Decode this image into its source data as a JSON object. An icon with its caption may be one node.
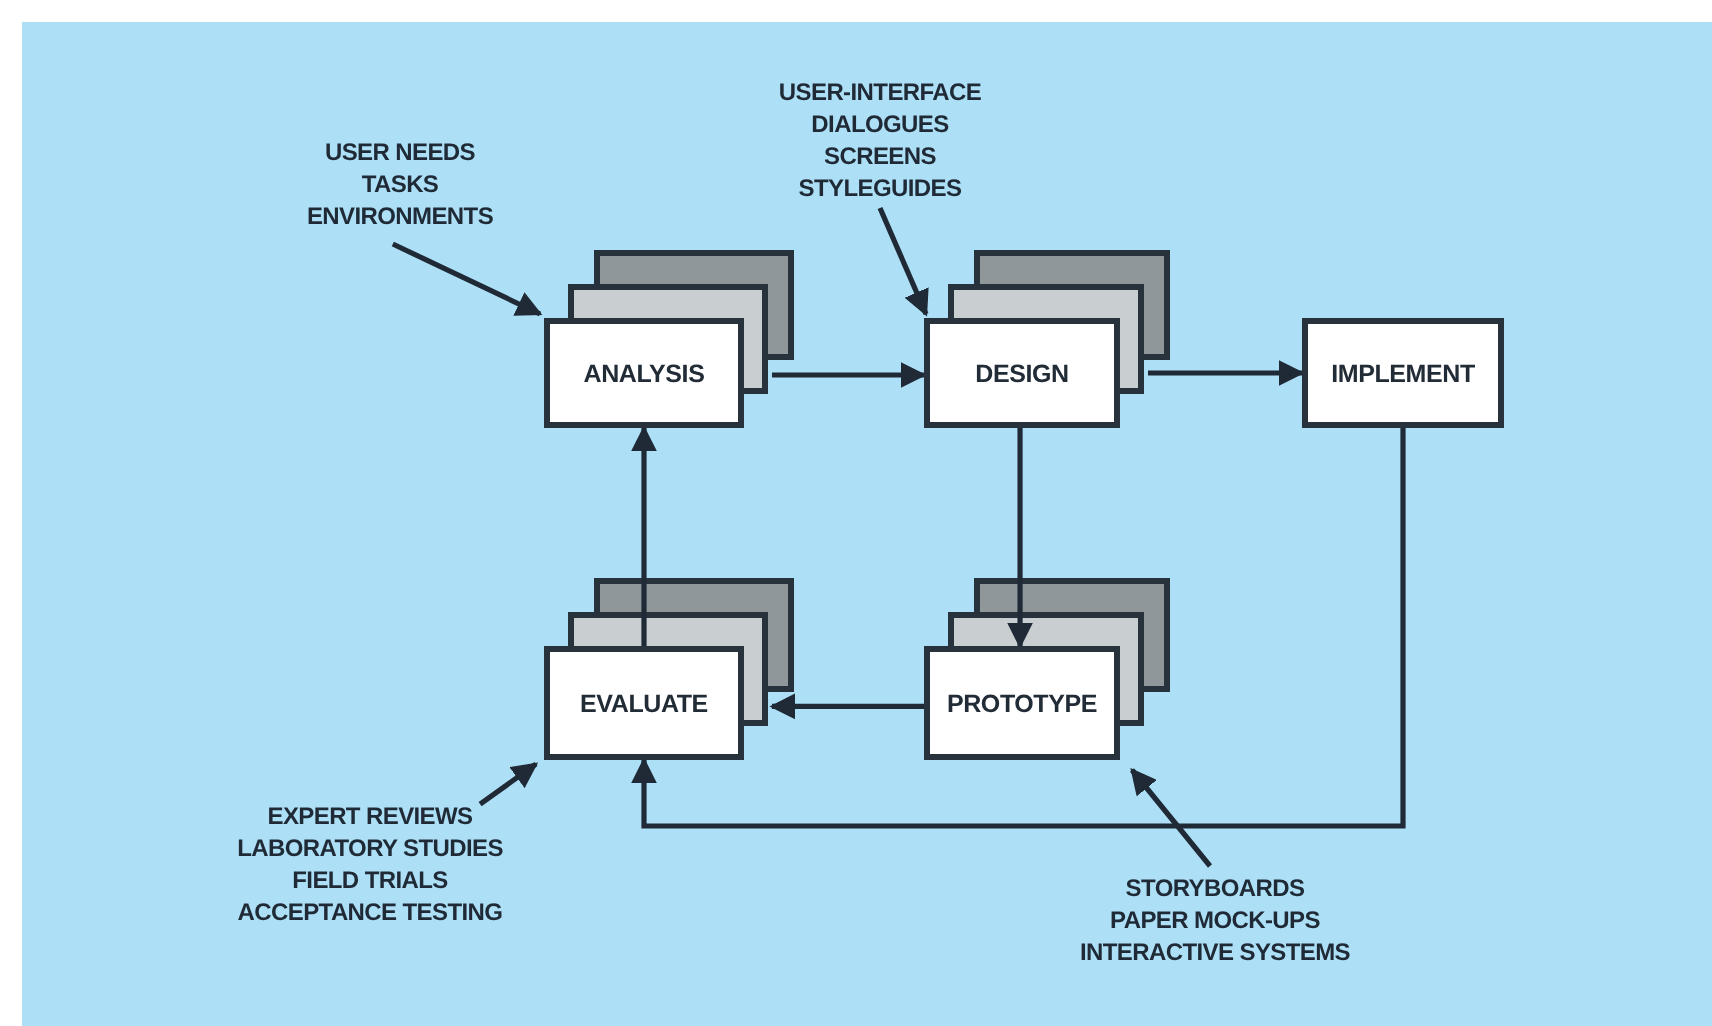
{
  "diagram": {
    "nodes": [
      {
        "text": [
          "ANALYSIS"
        ]
      },
      {
        "text": [
          "DESIGN"
        ]
      },
      {
        "text": [
          "IMPLEMENT"
        ]
      },
      {
        "text": [
          "EVALUATE"
        ]
      },
      {
        "text": [
          "PROTOTYPE"
        ]
      },
      {
        "text": [
          "USER NEEDS",
          "TASKS",
          "ENVIRONMENTS"
        ]
      },
      {
        "text": [
          "USER-INTERFACE",
          "DIALOGUES",
          "SCREENS",
          "STYLEGUIDES"
        ]
      },
      {
        "text": [
          "EXPERT REVIEWS",
          "LABORATORY STUDIES",
          "FIELD TRIALS",
          "ACCEPTANCE TESTING"
        ]
      },
      {
        "text": [
          "STORYBOARDS",
          "PAPER MOCK-UPS",
          "INTERACTIVE SYSTEMS"
        ]
      }
    ],
    "edges": [
      {
        "from": 5,
        "to": 0,
        "arrow": "to"
      },
      {
        "from": 6,
        "to": 1,
        "arrow": "to"
      },
      {
        "from": 0,
        "to": 1,
        "arrow": "to"
      },
      {
        "from": 1,
        "to": 2,
        "arrow": "to"
      },
      {
        "from": 1,
        "to": 4,
        "arrow": "to"
      },
      {
        "from": 4,
        "to": 3,
        "arrow": "to"
      },
      {
        "from": 3,
        "to": 0,
        "arrow": "to"
      },
      {
        "from": 2,
        "to": 3,
        "arrow": "to"
      },
      {
        "from": 7,
        "to": 3,
        "arrow": "to"
      },
      {
        "from": 8,
        "to": 4,
        "arrow": "to"
      }
    ]
  }
}
